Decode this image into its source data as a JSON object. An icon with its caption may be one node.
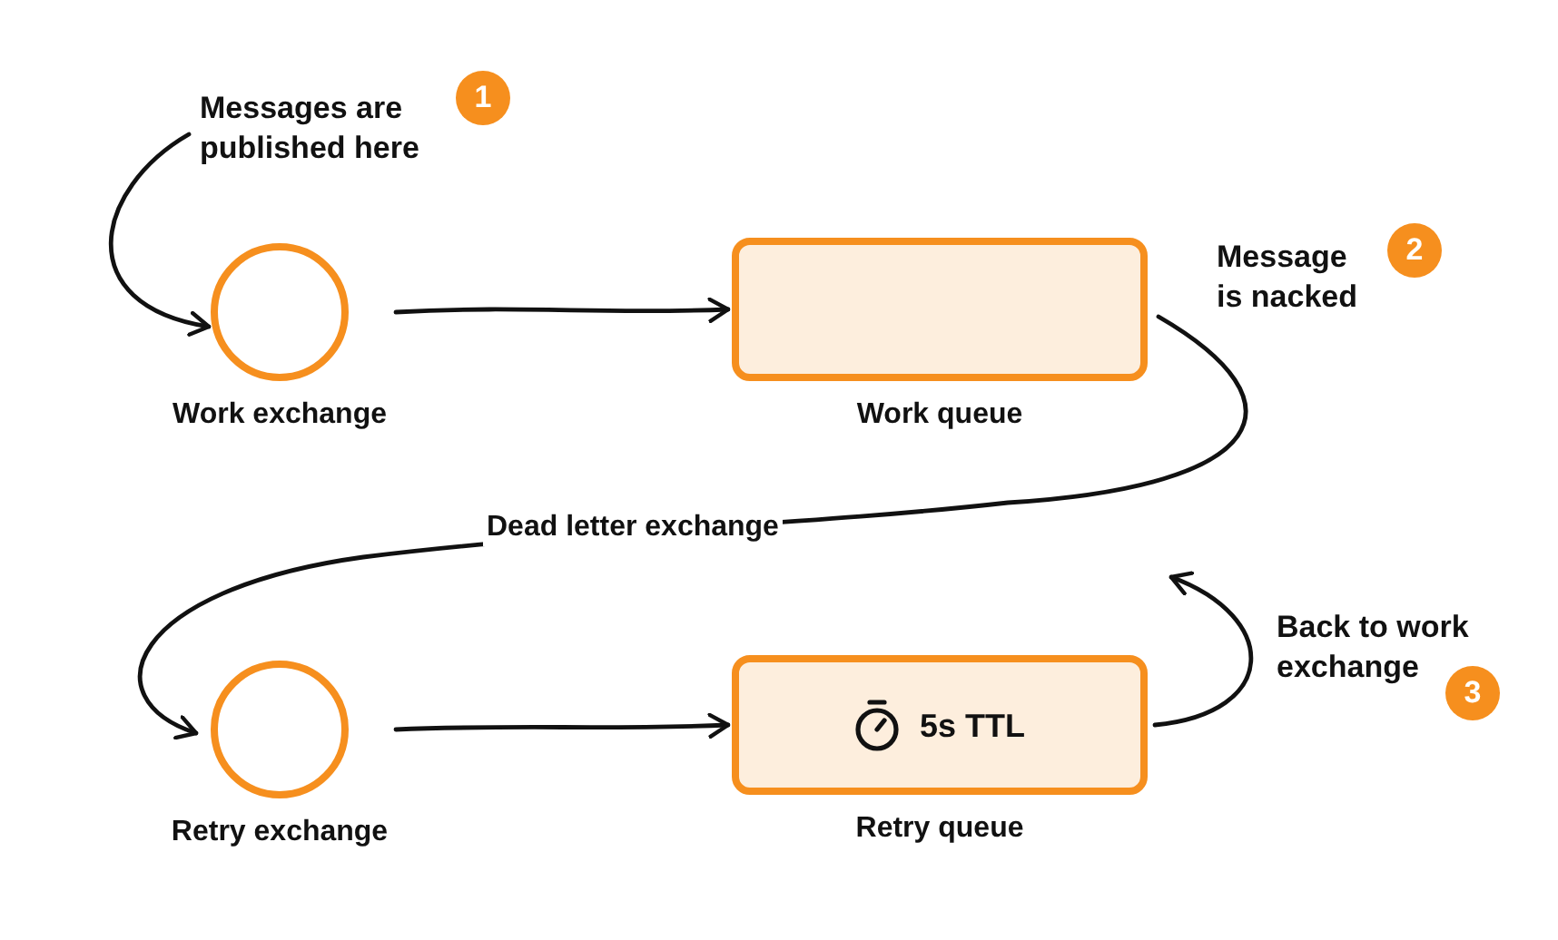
{
  "diagram": {
    "nodes": [
      {
        "text": [
          "Work exchange"
        ]
      },
      {
        "text": [
          "Work queue"
        ]
      },
      {
        "text": [
          "Retry exchange"
        ]
      },
      {
        "text": [
          "5s TTL",
          "Retry queue"
        ]
      },
      {
        "text": [
          "Messages are published here"
        ]
      }
    ],
    "edges": [
      {
        "from": 4,
        "to": 0,
        "arrow": "to"
      },
      {
        "from": 0,
        "to": 1,
        "arrow": "to"
      },
      {
        "from": 1,
        "to": 2,
        "arrow": "to",
        "label": "Dead letter exchange"
      },
      {
        "from": 2,
        "to": 3,
        "arrow": "to"
      },
      {
        "from": 3,
        "to": null,
        "arrow": "to"
      }
    ],
    "labels": [
      "1",
      "Message is nacked",
      "2",
      "Back to work exchange",
      "3"
    ]
  }
}
